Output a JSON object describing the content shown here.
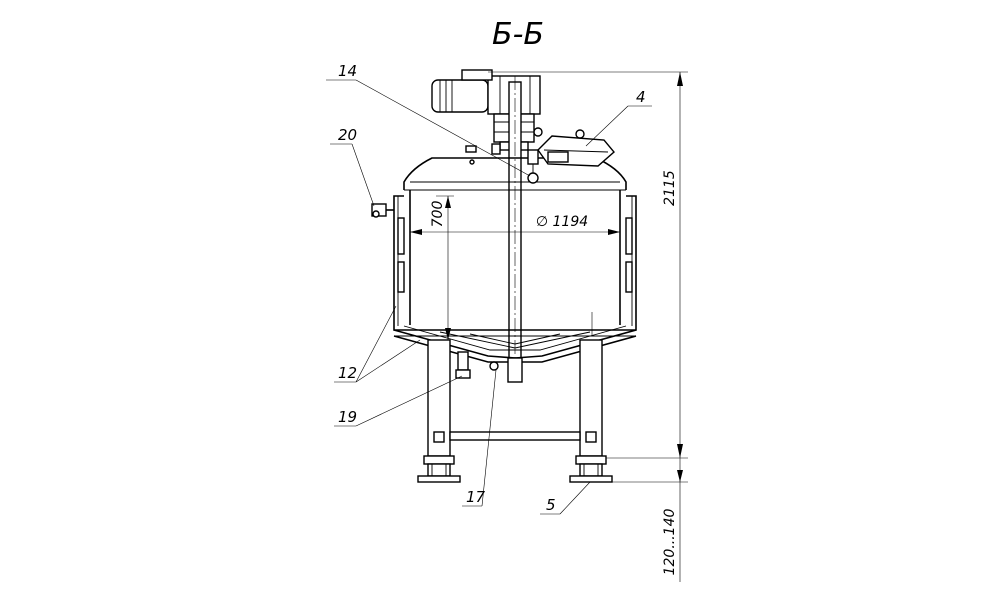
{
  "section_title": "Б-Б",
  "dimensions": {
    "total_height": "2115",
    "leg_adjust": "120...140",
    "diameter": "∅ 1194",
    "level": "700"
  },
  "callouts": {
    "c14": "14",
    "c4": "4",
    "c20": "20",
    "c12": "12",
    "c19": "19",
    "c17": "17",
    "c5": "5"
  }
}
